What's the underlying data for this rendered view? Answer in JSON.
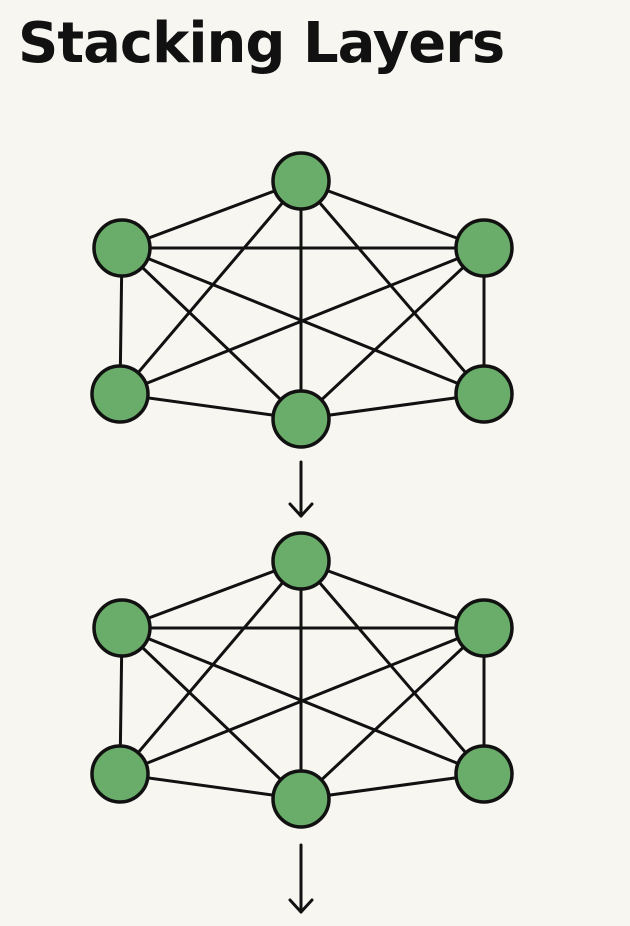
{
  "title": "Stacking Layers",
  "colors": {
    "background": "#f8f6f1",
    "node_fill": "#6aad6a",
    "stroke": "#111111"
  },
  "diagram": {
    "layers": [
      {
        "name": "layer-1",
        "nodes": [
          "top",
          "upper-left",
          "upper-right",
          "lower-left",
          "lower-right",
          "bottom"
        ],
        "edges": [
          [
            "top",
            "upper-left"
          ],
          [
            "top",
            "upper-right"
          ],
          [
            "top",
            "lower-left"
          ],
          [
            "top",
            "lower-right"
          ],
          [
            "top",
            "bottom"
          ],
          [
            "upper-left",
            "upper-right"
          ],
          [
            "upper-left",
            "lower-left"
          ],
          [
            "upper-left",
            "lower-right"
          ],
          [
            "upper-left",
            "bottom"
          ],
          [
            "upper-right",
            "lower-left"
          ],
          [
            "upper-right",
            "lower-right"
          ],
          [
            "upper-right",
            "bottom"
          ],
          [
            "lower-left",
            "bottom"
          ],
          [
            "lower-right",
            "bottom"
          ]
        ]
      },
      {
        "name": "layer-2",
        "nodes": [
          "top",
          "upper-left",
          "upper-right",
          "lower-left",
          "lower-right",
          "bottom"
        ],
        "edges": [
          [
            "top",
            "upper-left"
          ],
          [
            "top",
            "upper-right"
          ],
          [
            "top",
            "lower-left"
          ],
          [
            "top",
            "lower-right"
          ],
          [
            "top",
            "bottom"
          ],
          [
            "upper-left",
            "upper-right"
          ],
          [
            "upper-left",
            "lower-left"
          ],
          [
            "upper-left",
            "lower-right"
          ],
          [
            "upper-left",
            "bottom"
          ],
          [
            "upper-right",
            "lower-left"
          ],
          [
            "upper-right",
            "lower-right"
          ],
          [
            "upper-right",
            "bottom"
          ],
          [
            "lower-left",
            "bottom"
          ],
          [
            "lower-right",
            "bottom"
          ]
        ]
      }
    ],
    "arrows": [
      "down-arrow-1",
      "down-arrow-2"
    ]
  }
}
